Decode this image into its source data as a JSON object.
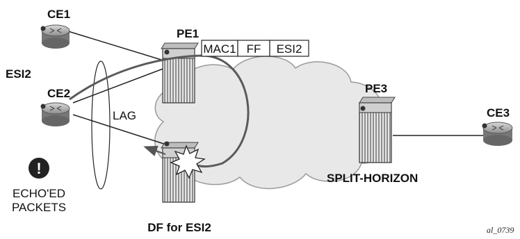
{
  "nodes": {
    "ce1": "CE1",
    "ce2": "CE2",
    "ce3": "CE3",
    "pe1": "PE1",
    "pe3": "PE3",
    "df_label": "DF for ESI2"
  },
  "labels": {
    "esi": "ESI2",
    "lag": "LAG",
    "split_horizon": "SPLIT-HORIZON",
    "echoed_line1": "ECHO'ED",
    "echoed_line2": "PACKETS",
    "warning_mark": "!",
    "figure_ref": "al_0739"
  },
  "mac_table": [
    "MAC1",
    "FF",
    "ESI2"
  ]
}
